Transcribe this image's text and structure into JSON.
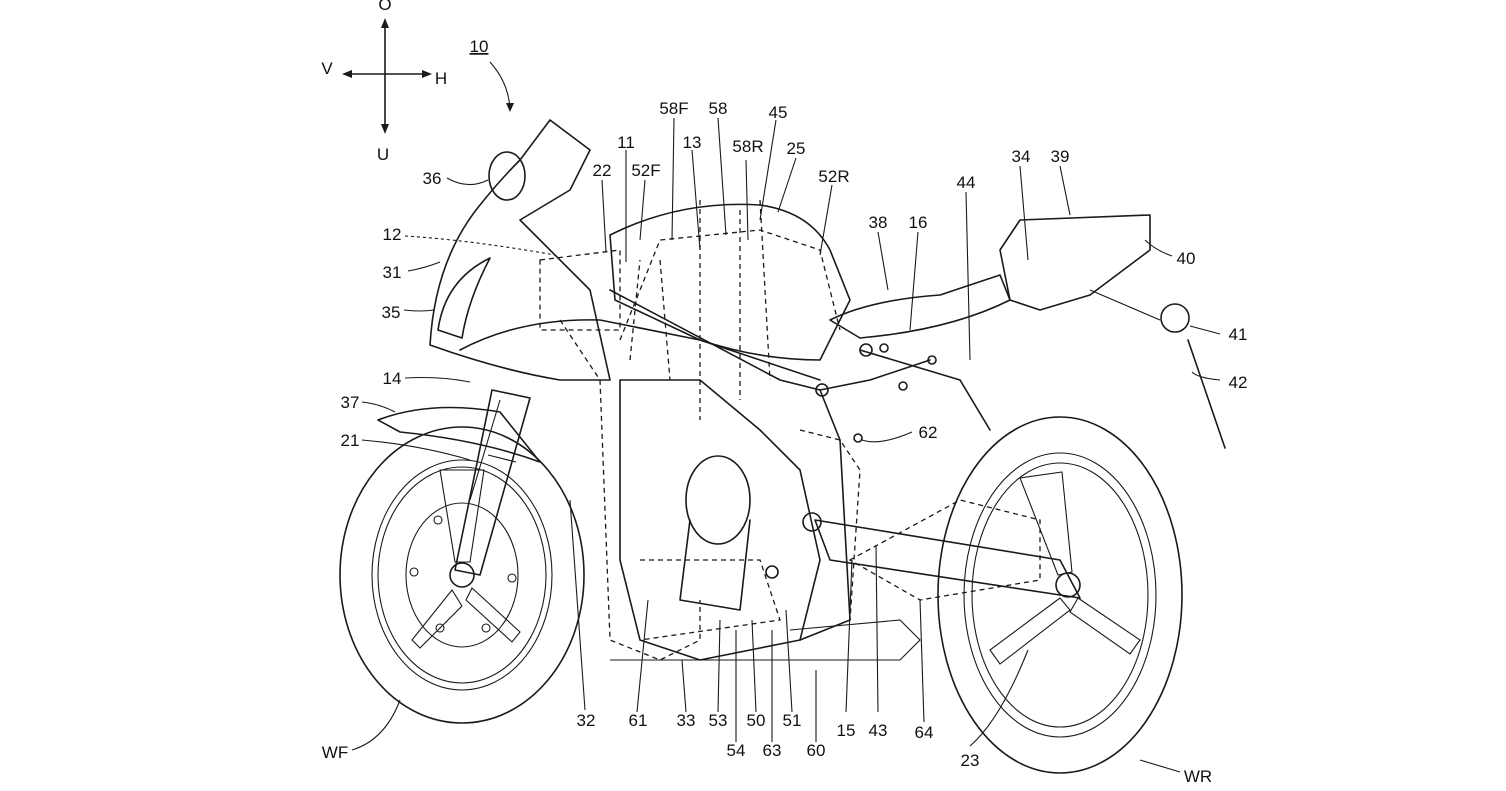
{
  "figure_ref": "10",
  "orientation": {
    "up": "O",
    "down": "U",
    "front": "V",
    "rear": "H"
  },
  "labels": {
    "l36": "36",
    "l12": "12",
    "l31": "31",
    "l35": "35",
    "l14": "14",
    "l37": "37",
    "l21": "21",
    "l22": "22",
    "l11": "11",
    "l52F": "52F",
    "l58F": "58F",
    "l13": "13",
    "l58": "58",
    "l58R": "58R",
    "l45": "45",
    "l25": "25",
    "l52R": "52R",
    "l38": "38",
    "l16": "16",
    "l44": "44",
    "l34": "34",
    "l39": "39",
    "l40": "40",
    "l41": "41",
    "l42": "42",
    "l62": "62",
    "lWF": "WF",
    "l32": "32",
    "l61": "61",
    "l33": "33",
    "l53": "53",
    "l50": "50",
    "l54": "54",
    "l63": "63",
    "l51": "51",
    "l60": "60",
    "l15": "15",
    "l43": "43",
    "l64": "64",
    "l23": "23",
    "lWR": "WR"
  }
}
